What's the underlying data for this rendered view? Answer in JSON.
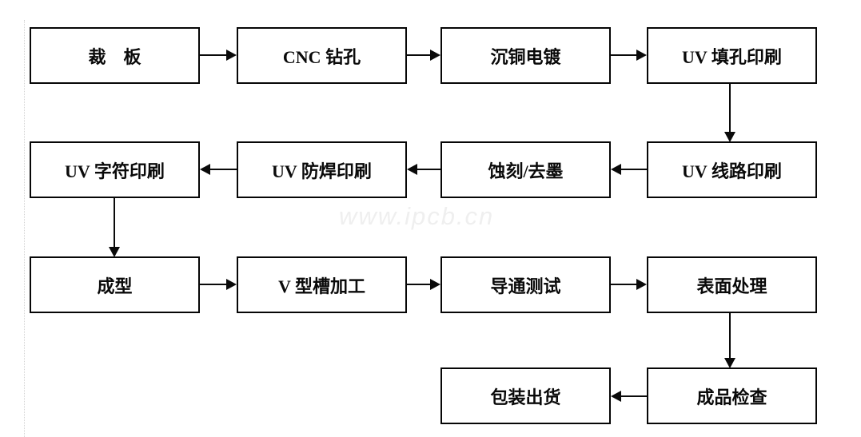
{
  "watermark": "www.ipcb.cn",
  "nodes": [
    {
      "label": "裁　板"
    },
    {
      "label": "CNC 钻孔"
    },
    {
      "label": "沉铜电镀"
    },
    {
      "label": "UV 填孔印刷"
    },
    {
      "label": "UV 线路印刷"
    },
    {
      "label": "蚀刻/去墨"
    },
    {
      "label": "UV 防焊印刷"
    },
    {
      "label": "UV 字符印刷"
    },
    {
      "label": "成型"
    },
    {
      "label": "V 型槽加工"
    },
    {
      "label": "导通测试"
    },
    {
      "label": "表面处理"
    },
    {
      "label": "成品检查"
    },
    {
      "label": "包装出货"
    }
  ],
  "edges": [
    {
      "from": "裁　板",
      "to": "CNC 钻孔"
    },
    {
      "from": "CNC 钻孔",
      "to": "沉铜电镀"
    },
    {
      "from": "沉铜电镀",
      "to": "UV 填孔印刷"
    },
    {
      "from": "UV 填孔印刷",
      "to": "UV 线路印刷"
    },
    {
      "from": "UV 线路印刷",
      "to": "蚀刻/去墨"
    },
    {
      "from": "蚀刻/去墨",
      "to": "UV 防焊印刷"
    },
    {
      "from": "UV 防焊印刷",
      "to": "UV 字符印刷"
    },
    {
      "from": "UV 字符印刷",
      "to": "成型"
    },
    {
      "from": "成型",
      "to": "V 型槽加工"
    },
    {
      "from": "V 型槽加工",
      "to": "导通测试"
    },
    {
      "from": "导通测试",
      "to": "表面处理"
    },
    {
      "from": "表面处理",
      "to": "成品检查"
    },
    {
      "from": "成品检查",
      "to": "包装出货"
    }
  ]
}
